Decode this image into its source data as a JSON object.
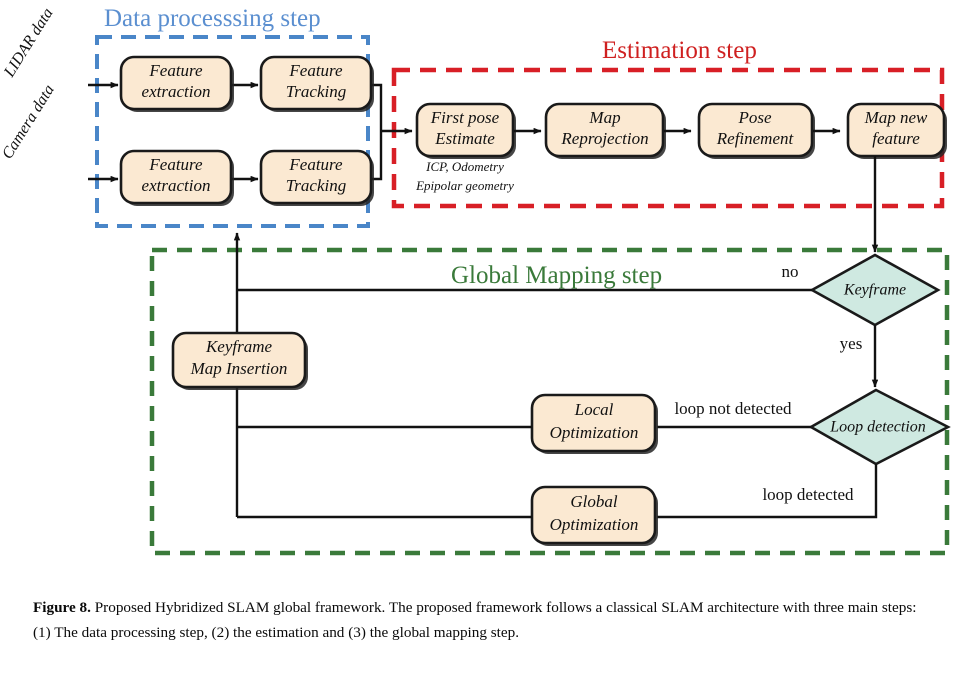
{
  "figure": {
    "groups": [
      {
        "id": "data-processing",
        "title": "Data processsing step",
        "color": "#5b8fd0"
      },
      {
        "id": "estimation",
        "title": "Estimation step",
        "color": "#cf2020"
      },
      {
        "id": "global-mapping",
        "title": "Global Mapping step",
        "color": "#3a7a3a"
      }
    ],
    "inputs": [
      {
        "id": "lidar",
        "label": "LIDAR data"
      },
      {
        "id": "camera",
        "label": "Camera data"
      }
    ],
    "process_nodes": [
      {
        "id": "lidar-feature-extraction",
        "line1": "Feature",
        "line2": "extraction"
      },
      {
        "id": "lidar-feature-tracking",
        "line1": "Feature",
        "line2": "Tracking"
      },
      {
        "id": "camera-feature-extraction",
        "line1": "Feature",
        "line2": "extraction"
      },
      {
        "id": "camera-feature-tracking",
        "line1": "Feature",
        "line2": "Tracking"
      },
      {
        "id": "first-pose-estimate",
        "line1": "First pose",
        "line2": "Estimate"
      },
      {
        "id": "map-reprojection",
        "line1": "Map",
        "line2": "Reprojection"
      },
      {
        "id": "pose-refinement",
        "line1": "Pose",
        "line2": "Refinement"
      },
      {
        "id": "map-new-feature",
        "line1": "Map new",
        "line2": "feature"
      },
      {
        "id": "keyframe-map-insertion",
        "line1": "Keyframe",
        "line2": "Map Insertion"
      },
      {
        "id": "local-optimization",
        "line1": "Local",
        "line2": "Optimization"
      },
      {
        "id": "global-optimization",
        "line1": "Global",
        "line2": "Optimization"
      }
    ],
    "annotations": {
      "first_pose_note_line1": "ICP, Odometry",
      "first_pose_note_line2": "Epipolar geometry"
    },
    "decision_nodes": [
      {
        "id": "keyframe",
        "label": "Keyframe"
      },
      {
        "id": "loop-detection",
        "label": "Loop detection"
      }
    ],
    "edge_labels": [
      {
        "id": "keyframe-no",
        "text": "no"
      },
      {
        "id": "keyframe-yes",
        "text": "yes"
      },
      {
        "id": "loop-not-detected",
        "text": "loop not detected"
      },
      {
        "id": "loop-detected",
        "text": "loop detected"
      }
    ],
    "palette": {
      "process_fill": "#fbe9d2",
      "decision_fill": "#cfe9e1",
      "stroke": "#1a1a1a",
      "blue": "#4a86c8",
      "red": "#d81f26",
      "green": "#3a7a3a"
    }
  },
  "caption": {
    "label": "Figure 8.",
    "text": " Proposed Hybridized SLAM global framework. The proposed framework follows a classical SLAM architecture with three main steps: (1) The data processing step, (2) the estimation and (3) the global mapping step."
  }
}
